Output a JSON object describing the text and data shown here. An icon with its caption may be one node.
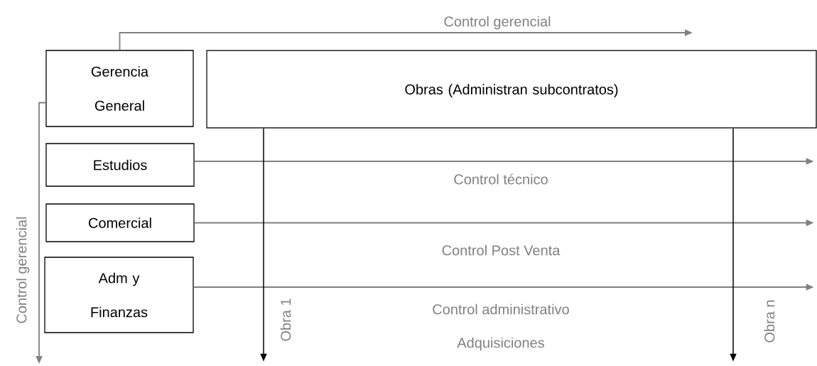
{
  "diagram": {
    "nodes": [
      {
        "text": [
          "Gerencia General"
        ]
      },
      {
        "text": [
          "Obras (Administran subcontratos)"
        ]
      },
      {
        "text": [
          "Estudios"
        ]
      },
      {
        "text": [
          "Comercial"
        ]
      },
      {
        "text": [
          "Adm y Finanzas"
        ]
      }
    ],
    "edges": [
      {
        "from": 0,
        "to": null,
        "arrow": "to",
        "label": "Control gerencial"
      },
      {
        "from": 0,
        "to": null,
        "arrow": "to",
        "label": "Control gerencial"
      },
      {
        "from": 2,
        "to": null,
        "arrow": "to",
        "label": "Control técnico"
      },
      {
        "from": 3,
        "to": null,
        "arrow": "to",
        "label": "Control Post Venta"
      },
      {
        "from": 4,
        "to": null,
        "arrow": "to",
        "label": "Control administrativo"
      },
      {
        "from": 1,
        "to": null,
        "arrow": "to",
        "label": "Obra 1",
        "color": "#000000"
      },
      {
        "from": 1,
        "to": null,
        "arrow": "to",
        "label": "Obra n",
        "color": "#000000"
      }
    ],
    "labels": [
      "Adquisiciones"
    ]
  }
}
